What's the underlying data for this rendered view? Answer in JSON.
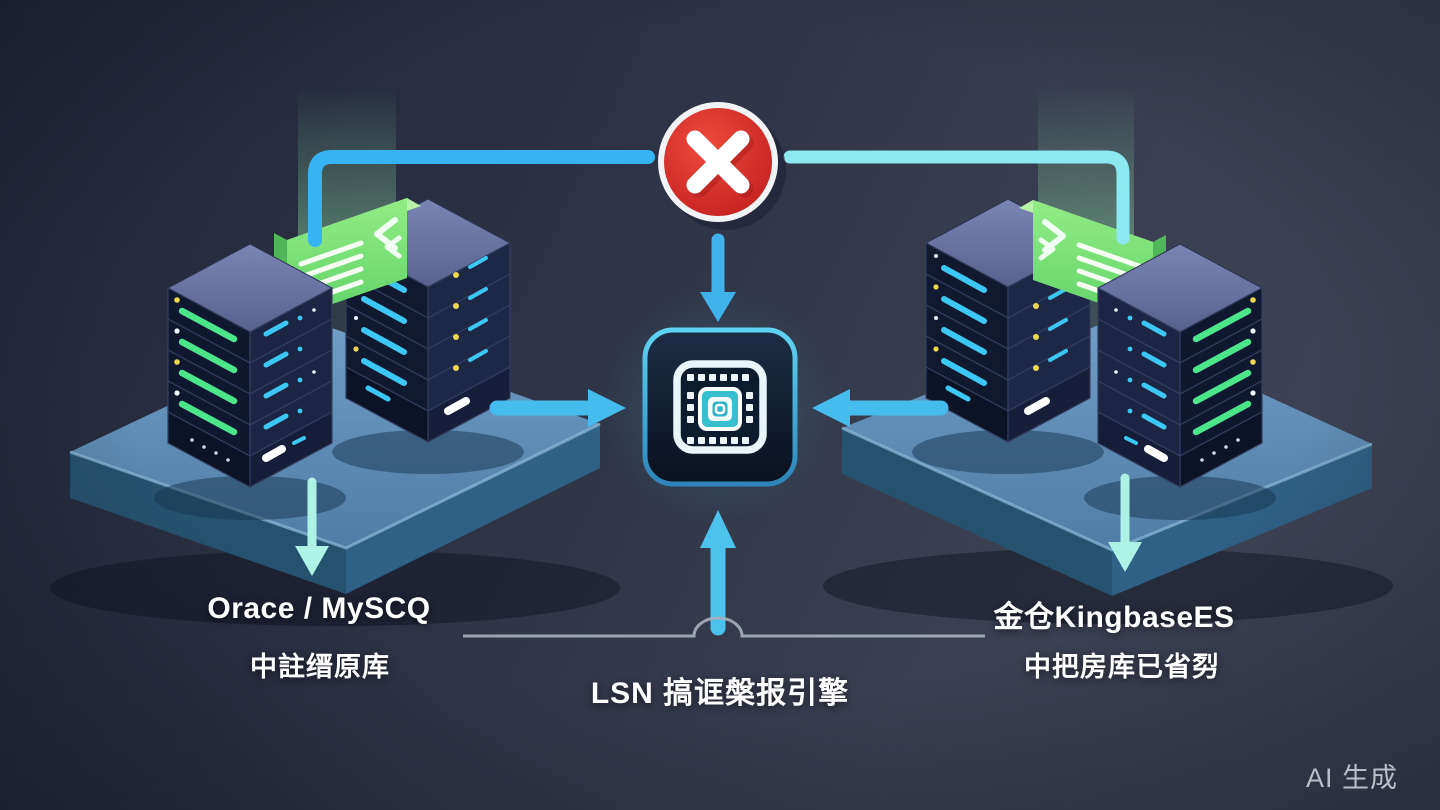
{
  "labels": {
    "left_title": "Orace / MySCQ",
    "left_subtitle": "中註缙原库",
    "right_title": "金仓KingbaseES",
    "right_subtitle": "中把房库已省劽",
    "center_engine": "LSN 搞诓槃报引擎",
    "watermark": "AI 生成"
  },
  "icons": {
    "error": "x-circle-icon",
    "processor": "cpu-chip-icon",
    "left_servers": "server-stack-icon",
    "right_servers": "server-stack-icon",
    "left_document": "document-card-icon",
    "right_document": "document-card-icon"
  },
  "colors": {
    "arrow_cyan": "#3db6f0",
    "arrow_aqua": "#8ce9f2",
    "arrow_mint": "#aef2e6",
    "error_red": "#d32f2f",
    "chip_teal": "#3fc8d8",
    "led_green": "#4de58c",
    "card_green": "#77dd6f",
    "platform_blue": "#5d8cb4",
    "background": "#2e3343",
    "text": "#ffffff",
    "watermark_gray": "#b9bfc9"
  }
}
